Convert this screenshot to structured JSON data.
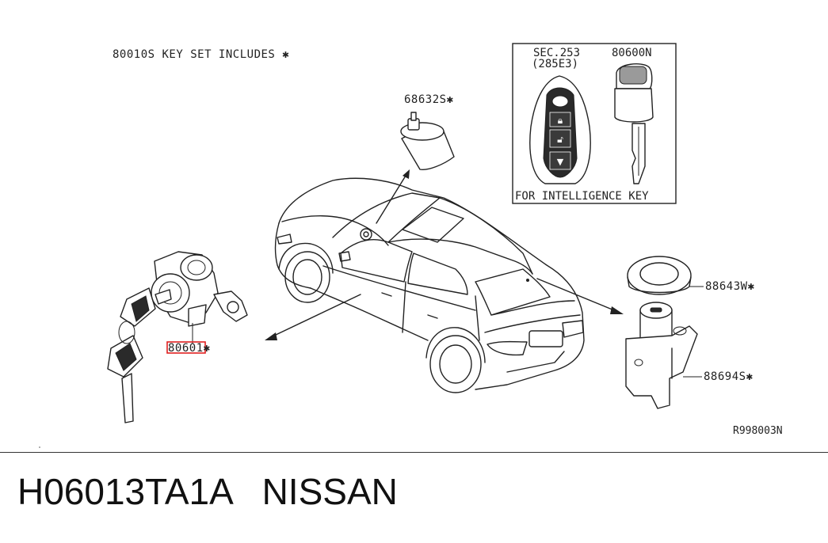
{
  "diagram": {
    "key_set_note": "80010S KEY SET INCLUDES ✱",
    "callouts": {
      "handle_part": "68632S✱",
      "cylinder_set": "80601✱",
      "cylinder_escutcheon": "88643W✱",
      "trunk_cylinder": "88694S✱"
    },
    "intelligence_key_box": {
      "sec_ref": "SEC.253",
      "sec_sub": "(285E3)",
      "blank_key": "80600N",
      "caption": "FOR INTELLIGENCE KEY"
    },
    "reference_code": "R998003N",
    "highlight_color": "#e02020"
  },
  "footer": {
    "part_number": "H06013TA1A",
    "brand": "NISSAN"
  }
}
